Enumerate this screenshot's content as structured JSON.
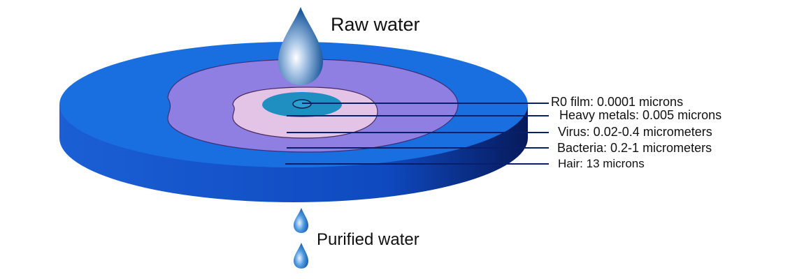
{
  "title_top": "Raw water",
  "title_bottom": "Purified water",
  "layers": [
    {
      "label": "R0 film: 0.0001 microns"
    },
    {
      "label": "Heavy metals: 0.005 microns"
    },
    {
      "label": "Virus: 0.02-0.4 micrometers"
    },
    {
      "label": "Bacteria: 0.2-1 micrometers"
    },
    {
      "label": "Hair: 13 microns"
    }
  ],
  "colors": {
    "disc": "#1a6fe0",
    "disc_side": "#0d3fa8",
    "purple": "#8f7fe3",
    "pink": "#e4c4e6",
    "teal": "#1e8fc0",
    "line": "#0a1f6b"
  }
}
